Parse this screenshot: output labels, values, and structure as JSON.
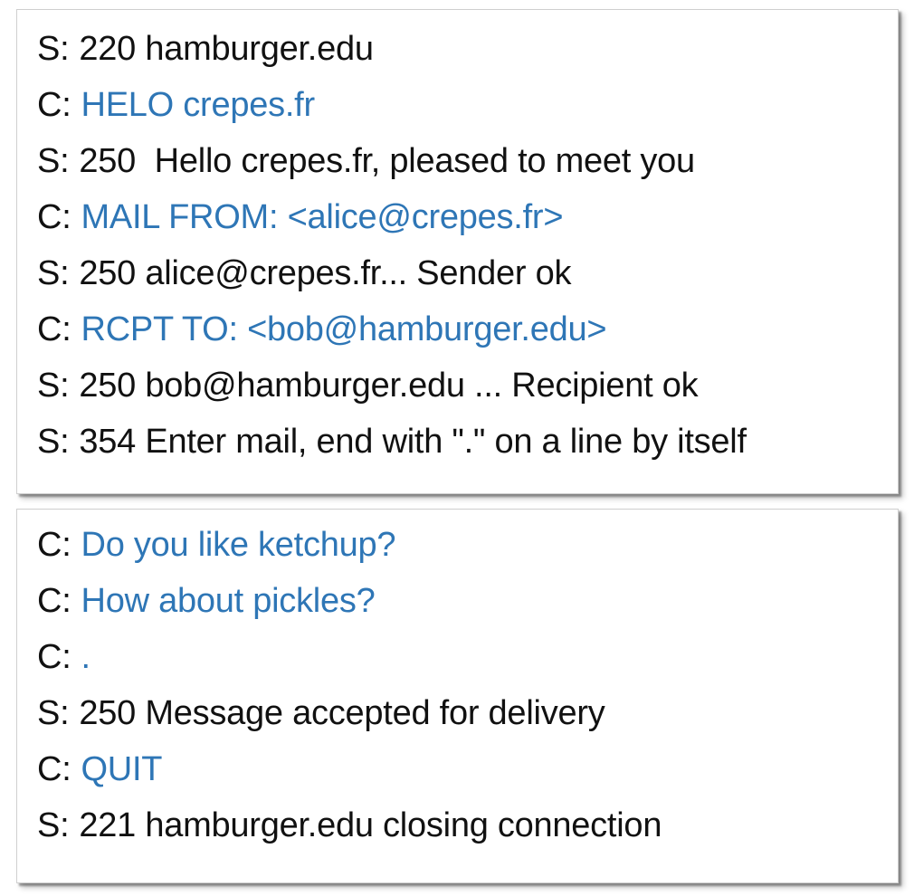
{
  "figure": {
    "description_role": "smtp-protocol-transcript",
    "colors": {
      "server_text": "#111111",
      "client_text": "#2E76B6",
      "panel_background": "#ffffff",
      "panel_border": "#cfcfcf"
    },
    "panels": [
      {
        "name": "smtp-handshake-panel",
        "lines": [
          {
            "role": "server",
            "prefix": "S:",
            "text": "220 hamburger.edu"
          },
          {
            "role": "client",
            "prefix": "C:",
            "text": "HELO crepes.fr"
          },
          {
            "role": "server",
            "prefix": "S:",
            "text": "250  Hello crepes.fr, pleased to meet you"
          },
          {
            "role": "client",
            "prefix": "C:",
            "text": "MAIL FROM: <alice@crepes.fr>"
          },
          {
            "role": "server",
            "prefix": "S:",
            "text": "250 alice@crepes.fr... Sender ok"
          },
          {
            "role": "client",
            "prefix": "C:",
            "text": "RCPT TO: <bob@hamburger.edu>"
          },
          {
            "role": "server",
            "prefix": "S:",
            "text": "250 bob@hamburger.edu ... Recipient ok"
          },
          {
            "role": "server",
            "prefix": "S:",
            "text": "354 Enter mail, end with \".\" on a line by itself"
          }
        ]
      },
      {
        "name": "smtp-message-panel",
        "lines": [
          {
            "role": "client",
            "prefix": "C:",
            "text": "Do you like ketchup?"
          },
          {
            "role": "client",
            "prefix": "C:",
            "text": "How about pickles?"
          },
          {
            "role": "client",
            "prefix": "C:",
            "text": "."
          },
          {
            "role": "server",
            "prefix": "S:",
            "text": "250 Message accepted for delivery"
          },
          {
            "role": "client",
            "prefix": "C:",
            "text": "QUIT"
          },
          {
            "role": "server",
            "prefix": "S:",
            "text": "221 hamburger.edu closing connection"
          }
        ]
      }
    ]
  }
}
